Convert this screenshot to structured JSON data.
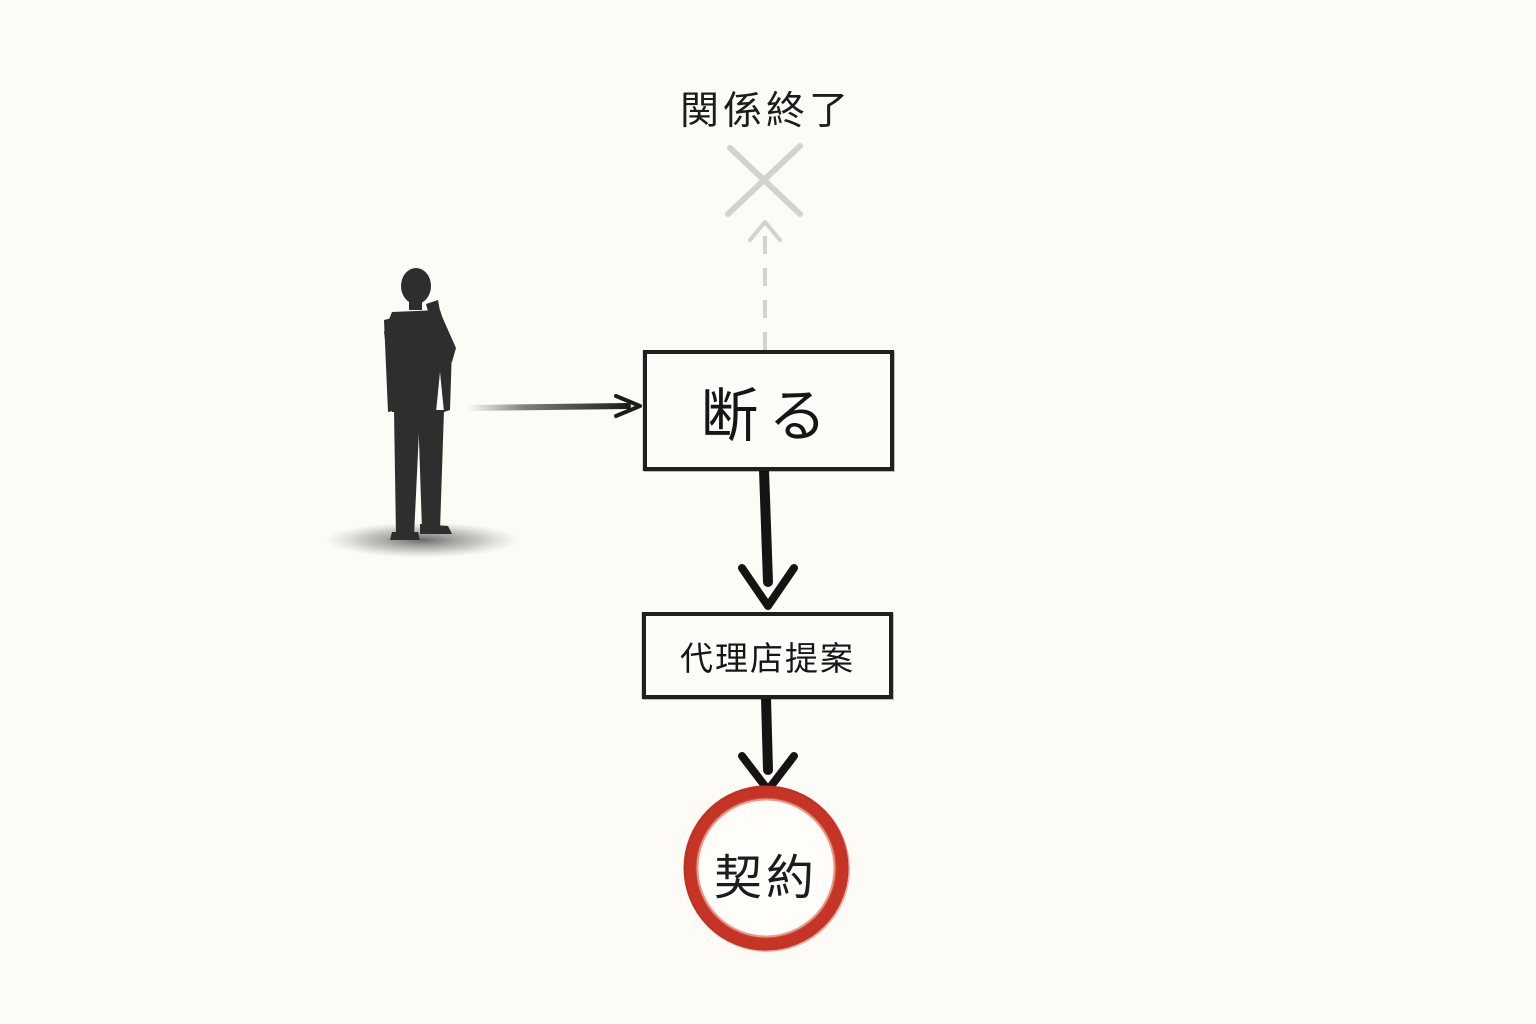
{
  "diagram": {
    "end_label": "関係終了",
    "main_box": "断る",
    "second_box": "代理店提案",
    "result": "契約"
  },
  "icons": {
    "figure": "thinking-businessman-icon",
    "cross": "cross-mark-icon"
  },
  "colors": {
    "background": "#fcfbf6",
    "ink": "#1c1c1c",
    "faded": "#d2d2d2",
    "seal_red": "#c63426"
  }
}
